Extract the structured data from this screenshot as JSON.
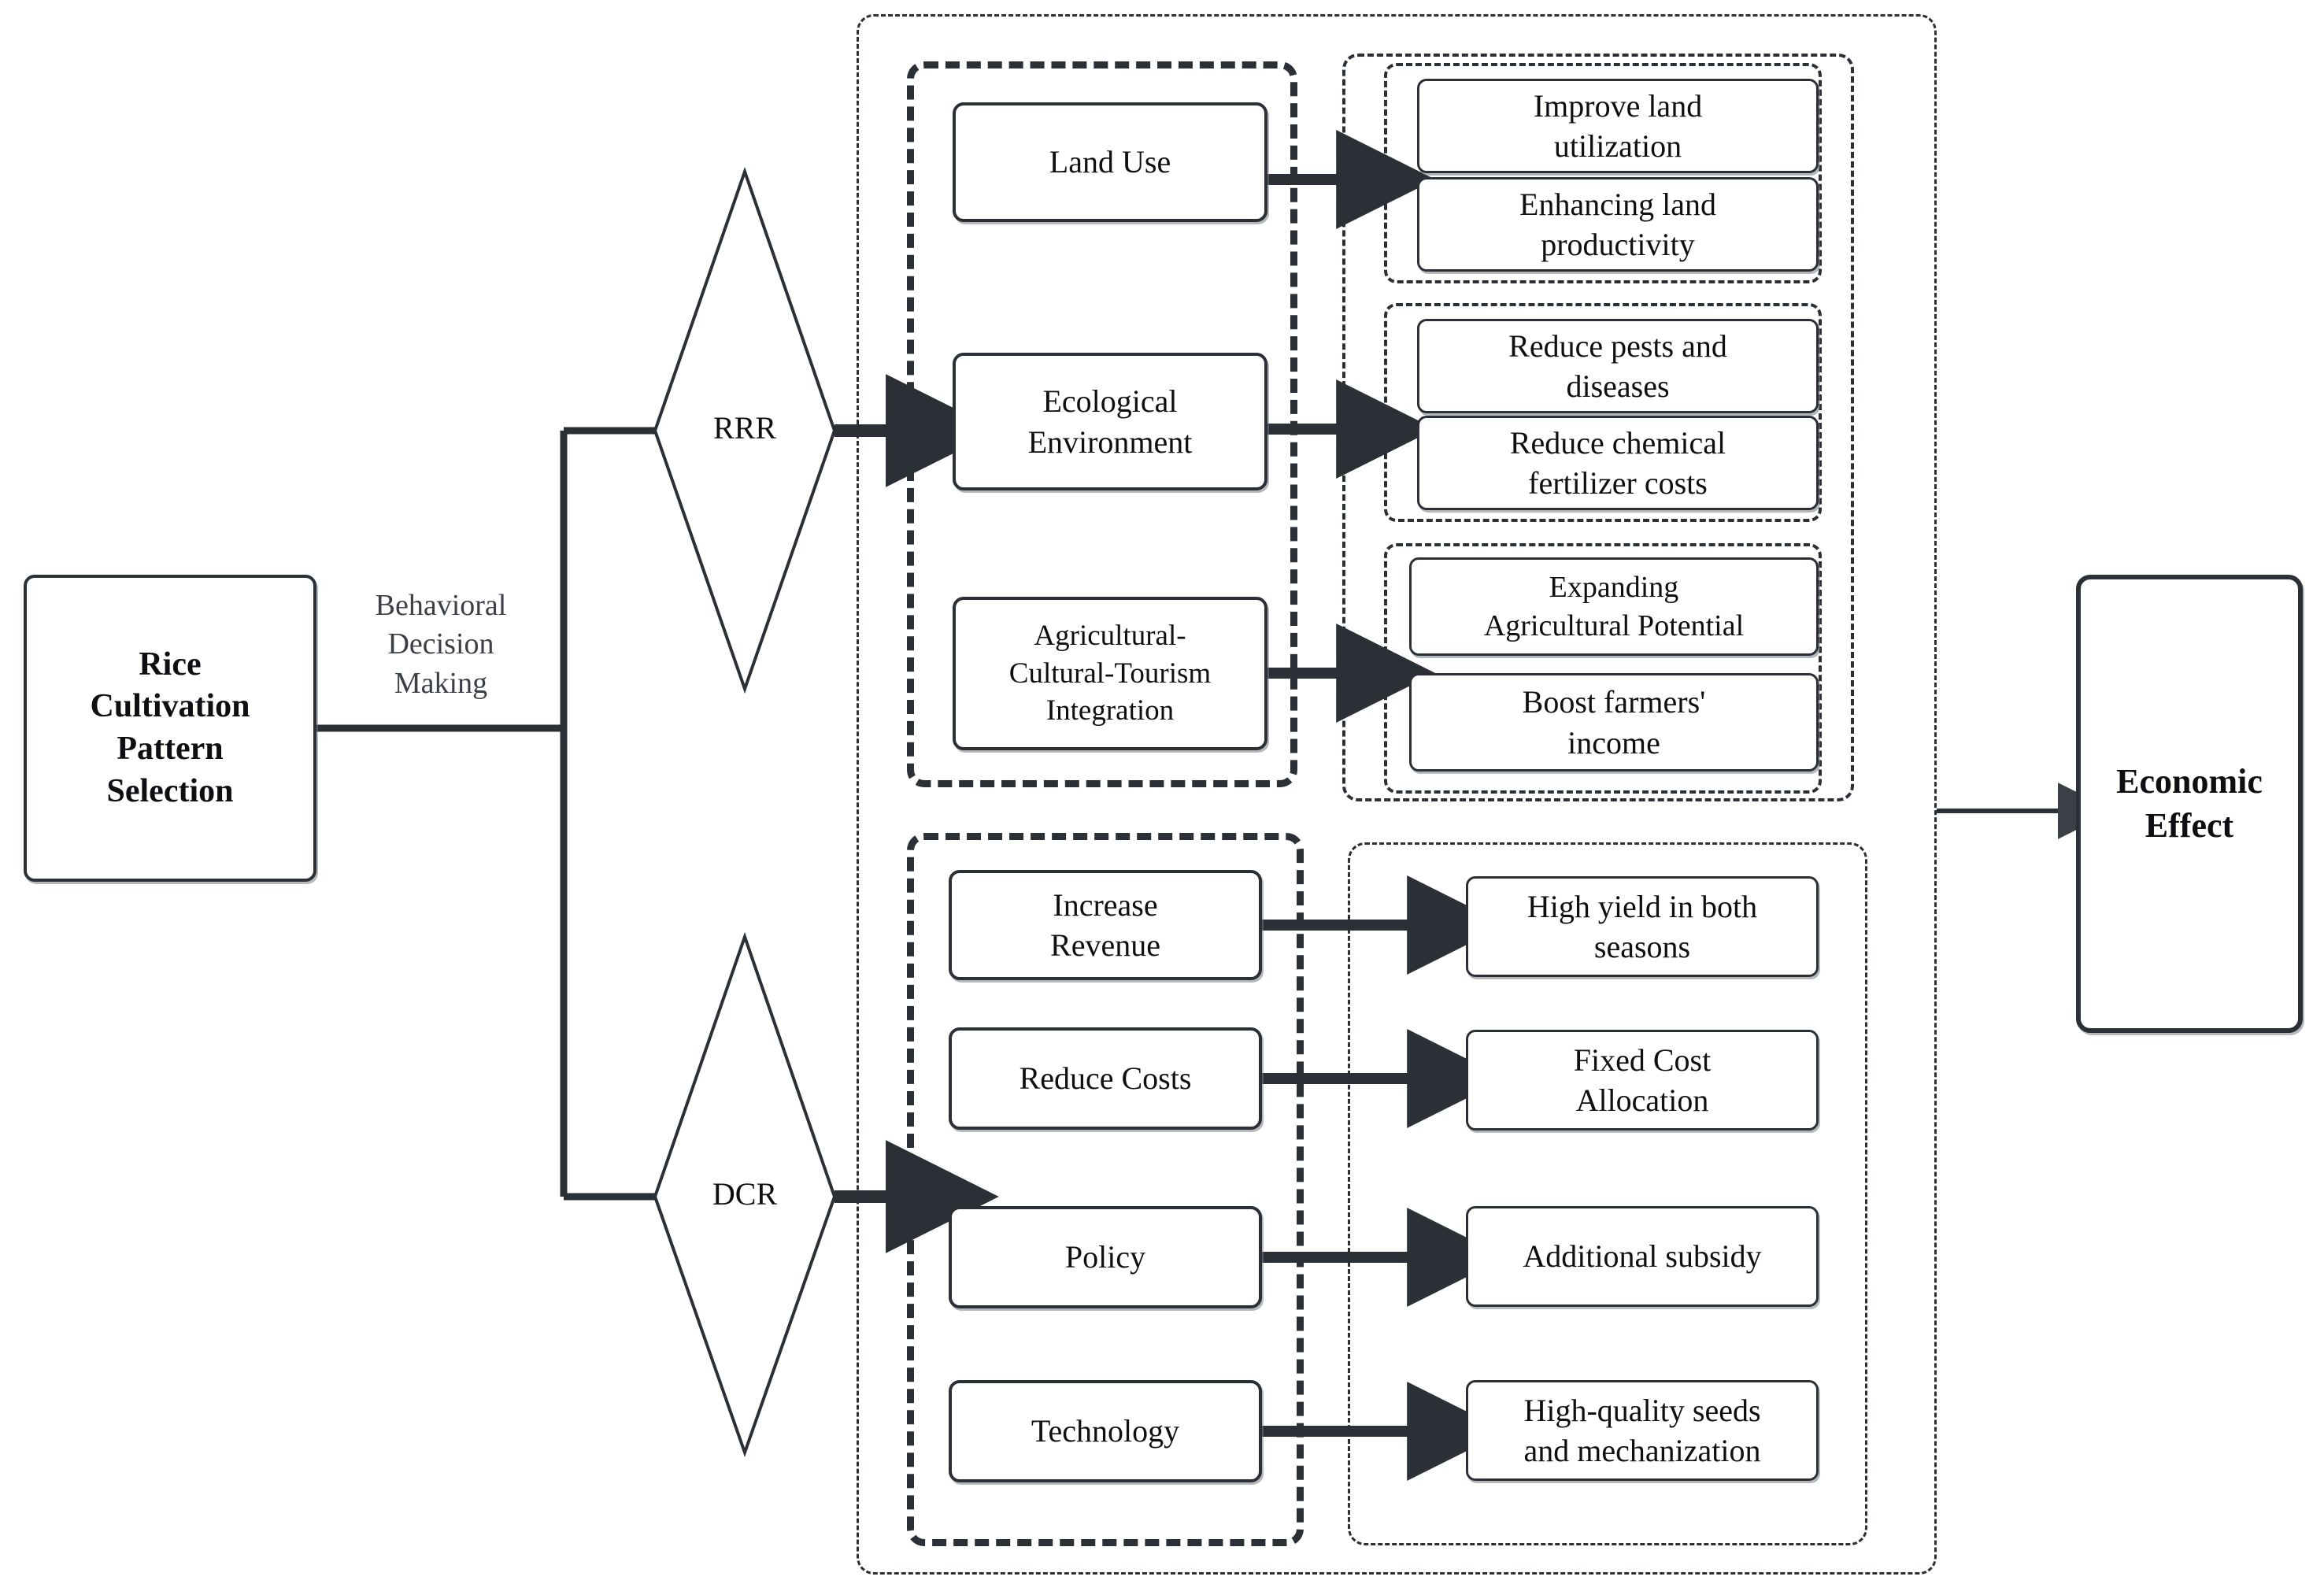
{
  "diagram": {
    "title": "Rice Cultivation Pattern Selection decision flow",
    "colors": {
      "stroke": "#2b2f36",
      "text": "#0d0f12",
      "edge_label": "#3b3f46",
      "background": "#ffffff"
    },
    "start_node": {
      "label": "Rice\nCultivation\nPattern\nSelection",
      "lines": [
        "Rice",
        "Cultivation",
        "Pattern",
        "Selection"
      ]
    },
    "edge_label_decision": {
      "lines": [
        "Behavioral",
        "Decision",
        "Making"
      ]
    },
    "decisions": [
      {
        "id": "rrr",
        "label": "RRR"
      },
      {
        "id": "dcr",
        "label": "DCR"
      }
    ],
    "end_node": {
      "lines": [
        "Economic",
        "Effect"
      ]
    },
    "rrr_branch": {
      "drivers": [
        {
          "id": "land-use",
          "lines": [
            "Land Use"
          ]
        },
        {
          "id": "ecological-environment",
          "lines": [
            "Ecological",
            "Environment"
          ]
        },
        {
          "id": "agri-cultural-tourism",
          "lines": [
            "Agricultural-",
            "Cultural-Tourism",
            "Integration"
          ]
        }
      ],
      "outcome_groups": [
        {
          "id": "land-use-outcomes",
          "outcomes": [
            {
              "lines": [
                "Improve land",
                "utilization"
              ]
            },
            {
              "lines": [
                "Enhancing land",
                "productivity"
              ]
            }
          ]
        },
        {
          "id": "ecological-outcomes",
          "outcomes": [
            {
              "lines": [
                "Reduce pests and",
                "diseases"
              ]
            },
            {
              "lines": [
                "Reduce chemical",
                "fertilizer costs"
              ]
            }
          ]
        },
        {
          "id": "tourism-outcomes",
          "outcomes": [
            {
              "lines": [
                "Expanding",
                "Agricultural Potential"
              ]
            },
            {
              "lines": [
                "Boost farmers'",
                "income"
              ]
            }
          ]
        }
      ]
    },
    "dcr_branch": {
      "drivers": [
        {
          "id": "increase-revenue",
          "lines": [
            "Increase",
            "Revenue"
          ]
        },
        {
          "id": "reduce-costs",
          "lines": [
            "Reduce Costs"
          ]
        },
        {
          "id": "policy",
          "lines": [
            "Policy"
          ]
        },
        {
          "id": "technology",
          "lines": [
            "Technology"
          ]
        }
      ],
      "outcomes": [
        {
          "id": "high-yield",
          "lines": [
            "High yield in both",
            "seasons"
          ]
        },
        {
          "id": "fixed-cost",
          "lines": [
            "Fixed Cost",
            "Allocation"
          ]
        },
        {
          "id": "additional-subsidy",
          "lines": [
            "Additional subsidy"
          ]
        },
        {
          "id": "high-quality-seeds",
          "lines": [
            "High-quality seeds",
            "and mechanization"
          ]
        }
      ]
    }
  }
}
